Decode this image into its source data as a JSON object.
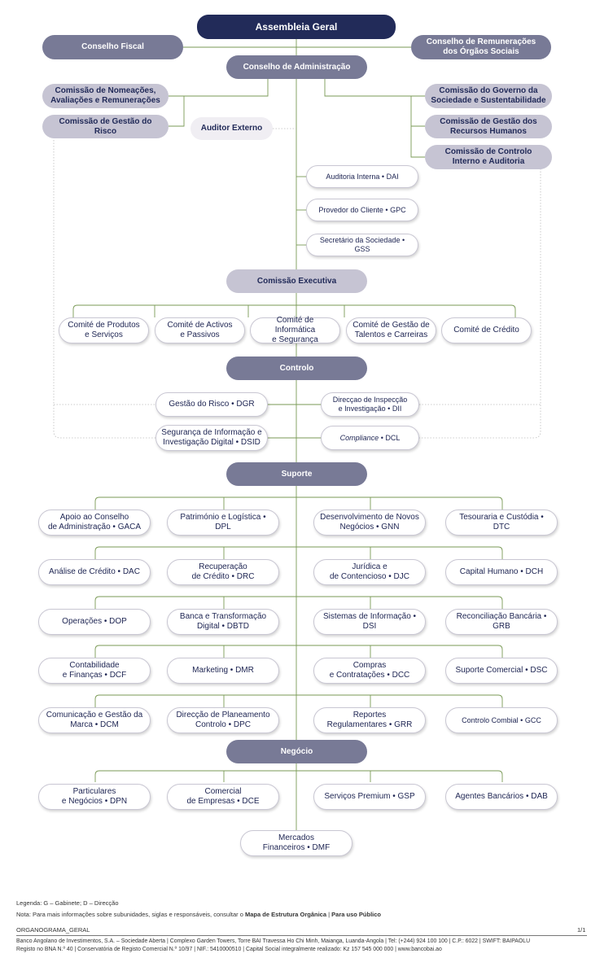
{
  "top": {
    "assembleia": "Assembleia Geral",
    "conselho_fiscal": "Conselho Fiscal",
    "conselho_remuneracoes": "Conselho de Remunerações\ndos Órgãos Sociais",
    "conselho_administracao": "Conselho de Administração",
    "comissao_nomeacoes": "Comissão de Nomeações,\nAvaliações e Remunerações",
    "comissao_risco": "Comissão de Gestão do Risco",
    "auditor_externo": "Auditor Externo",
    "comissao_governo": "Comissão do Governo da\nSociedade e Sustentabilidade",
    "comissao_rh": "Comissão de Gestão dos\nRecursos Humanos",
    "comissao_controlo": "Comissão de Controlo\nInterno e Auditoria"
  },
  "staff": {
    "auditoria": "Auditoria Interna • DAI",
    "provedor": "Provedor do Cliente • GPC",
    "secretario": "Secretário da Sociedade • GSS"
  },
  "executiva": {
    "title": "Comissão Executiva",
    "comites": [
      "Comité de Produtos\ne Serviços",
      "Comité de Activos\ne Passivos",
      "Comité de Informática\ne Segurança",
      "Comité de Gestão de\nTalentos e Carreiras",
      "Comité de Crédito"
    ]
  },
  "controlo": {
    "title": "Controlo",
    "dgr": "Gestão do Risco • DGR",
    "dii": "Direcçao de Inspecção\ne Investigação • DII",
    "dsid": "Segurança de Informação e\nInvestigação Digital • DSID",
    "dcl_italic": "Compliance",
    "dcl_code": " • DCL"
  },
  "suporte": {
    "title": "Suporte",
    "rows": [
      [
        "Apoio ao Conselho\nde Administração • GACA",
        "Património e Logística • DPL",
        "Desenvolvimento de Novos\nNegócios • GNN",
        "Tesouraria e Custódia • DTC"
      ],
      [
        "Análise de Crédito • DAC",
        "Recuperação\nde Crédito • DRC",
        "Jurídica e\nde Contencioso • DJC",
        "Capital Humano • DCH"
      ],
      [
        "Operações • DOP",
        "Banca e Transformação\nDigital • DBTD",
        "Sistemas de Informação • DSI",
        "Reconciliação Bancária • GRB"
      ],
      [
        "Contabilidade\ne Finanças • DCF",
        "Marketing • DMR",
        "Compras\ne Contratações • DCC",
        "Suporte Comercial • DSC"
      ],
      [
        "Comunicação e Gestão da\nMarca • DCM",
        "Direcção de Planeamento\nControlo • DPC",
        "Reportes\nRegulamentares • GRR",
        "Controlo Combial • GCC"
      ]
    ]
  },
  "negocio": {
    "title": "Negócio",
    "row": [
      "Particulares\ne Negócios • DPN",
      "Comercial\nde Empresas • DCE",
      "Serviços Premium • GSP",
      "Agentes Bancários • DAB"
    ],
    "mercados": "Mercados\nFinanceiros • DMF"
  },
  "footer": {
    "legenda": "Legenda: G – Gabinete; D – Direcção",
    "nota_prefix": "Nota: Para mais informações sobre subunidades, siglas e responsáveis, consultar o ",
    "nota_bold": "Mapa de Estrutura Orgânica",
    "nota_sep": " | ",
    "nota_bold2": "Para uso Público",
    "doc_name": "ORGANOGRAMA_GERAL",
    "page": "1/1",
    "company_line1": "Banco Angolano de Investimentos, S.A. – Sociedade Aberta | Complexo Garden Towers, Torre BAI Travessa Ho Chi Minh, Maianga, Luanda-Angola | Tel: (+244) 924 100 100 | C.P.: 6022 | SWIFT: BAIPAOLU",
    "company_line2": "Registo no BNA N.º 40 | Conservatória de Registo Comercial N.º 10/97 | NIF.: 5410000510 | Capital Social integralmente realizado: Kz 157 545 000 000 | www.bancobai.ao"
  },
  "colors": {
    "navy": "#222b59",
    "grey_box": "#787a96",
    "light_grey_box": "#c6c4d3",
    "connector_green": "#7a9a56",
    "dotted_line": "#bdbdbd"
  }
}
